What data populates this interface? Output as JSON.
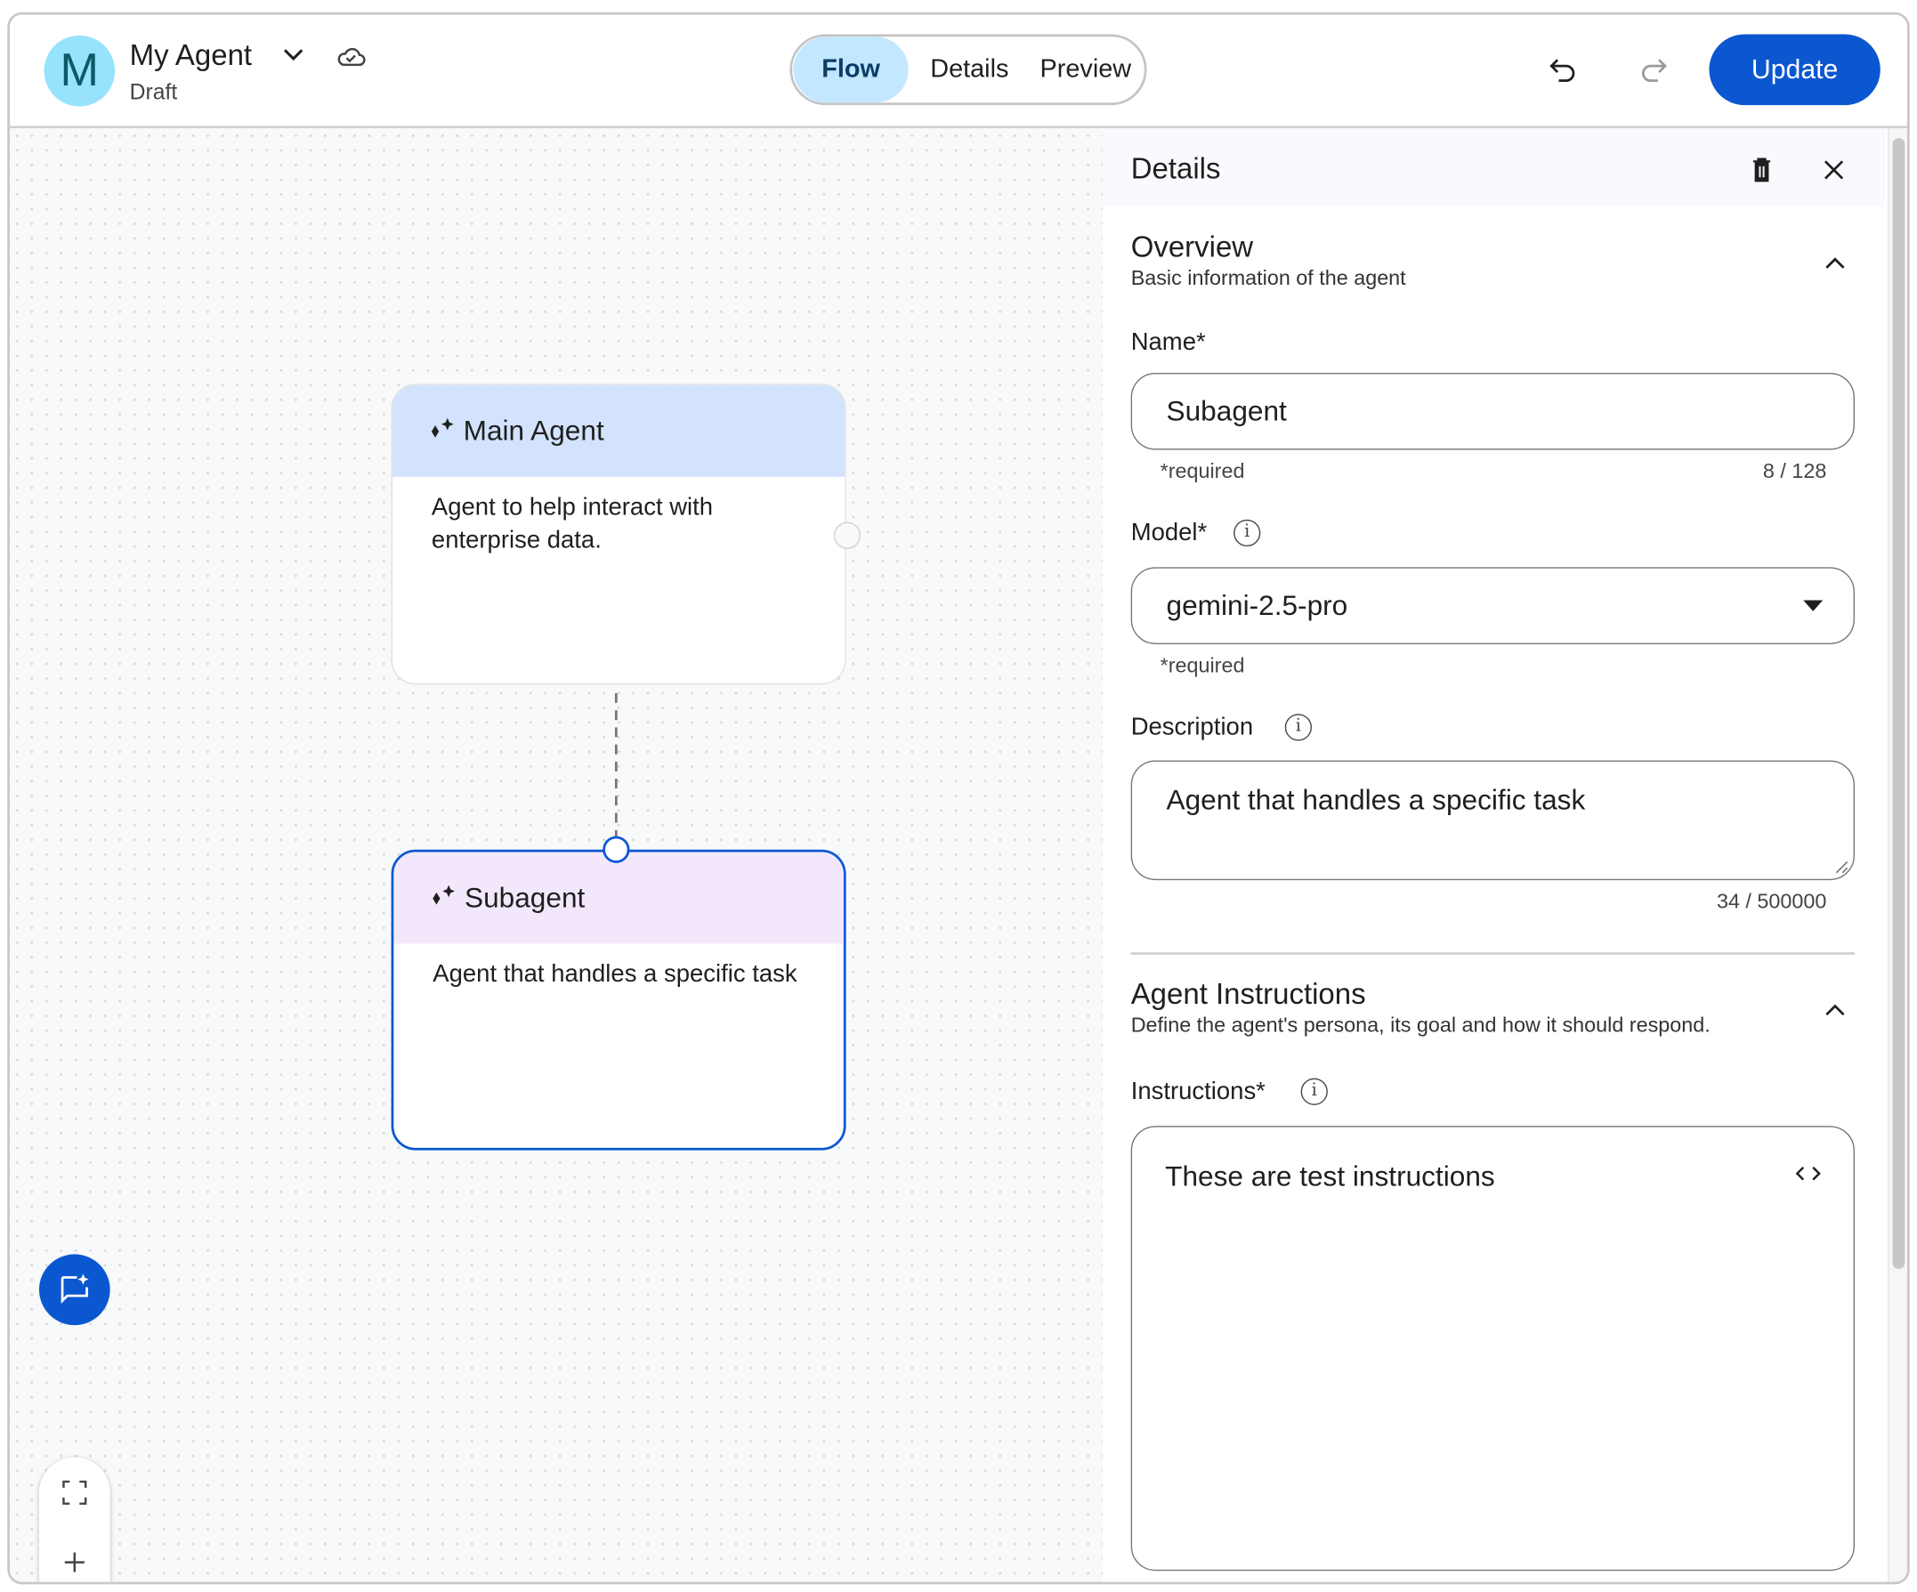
{
  "header": {
    "avatar_letter": "M",
    "agent_name": "My Agent",
    "status": "Draft",
    "tabs": [
      {
        "label": "Flow",
        "active": true
      },
      {
        "label": "Details"
      },
      {
        "label": "Preview"
      }
    ],
    "update_label": "Update"
  },
  "canvas": {
    "nodes": [
      {
        "title": "Main Agent",
        "description": "Agent to help interact with enterprise data.",
        "header_color": "#d3e3fd"
      },
      {
        "title": "Subagent",
        "description": "Agent that handles a specific task",
        "header_color": "#f3e8fb",
        "selected": true
      }
    ]
  },
  "panel": {
    "title": "Details",
    "overview": {
      "title": "Overview",
      "subtitle": "Basic information of the agent",
      "name_label": "Name*",
      "name_value": "Subagent",
      "name_help": "*required",
      "name_count": "8 / 128",
      "model_label": "Model*",
      "model_value": "gemini-2.5-pro",
      "model_help": "*required",
      "description_label": "Description",
      "description_value": "Agent that handles a specific task",
      "description_count": "34 / 500000"
    },
    "instructions": {
      "title": "Agent Instructions",
      "subtitle": "Define the agent's persona, its goal and how it should respond.",
      "label": "Instructions*",
      "value": "These are test instructions"
    }
  },
  "colors": {
    "primary": "#0b57d0",
    "active_tab": "#c2e7ff",
    "avatar": "#97e3fb"
  }
}
